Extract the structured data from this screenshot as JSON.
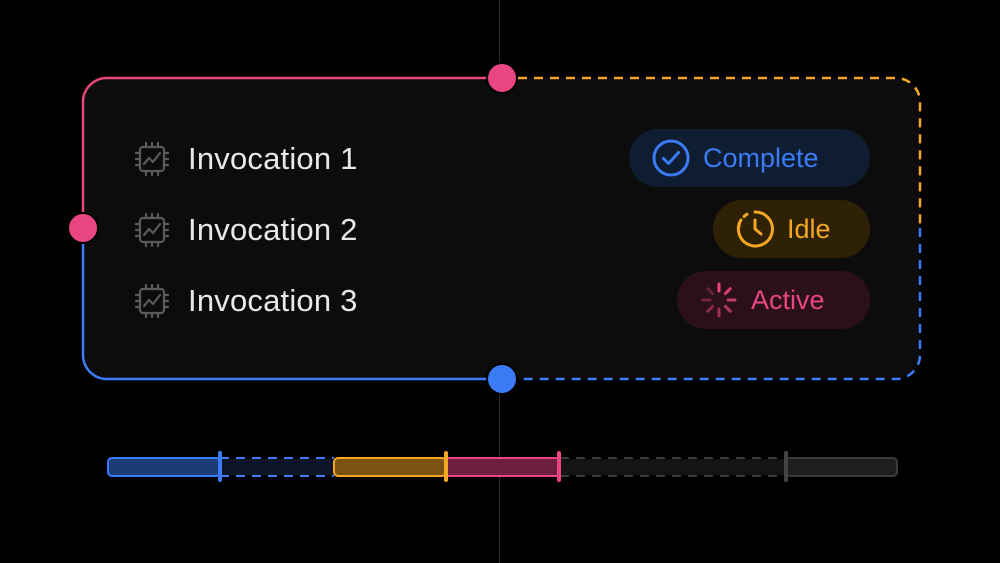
{
  "invocations": [
    {
      "label": "Invocation 1",
      "icon": "chip-icon"
    },
    {
      "label": "Invocation 2",
      "icon": "chip-icon"
    },
    {
      "label": "Invocation 3",
      "icon": "chip-icon"
    }
  ],
  "statuses": [
    {
      "label": "Complete",
      "icon": "check-circle-icon",
      "color": "#3b7bf5",
      "bg": "#0f1d33"
    },
    {
      "label": "Idle",
      "icon": "clock-icon",
      "color": "#f5a623",
      "bg": "#2e2105"
    },
    {
      "label": "Active",
      "icon": "spinner-icon",
      "color": "#e94583",
      "bg": "#2c1019"
    }
  ],
  "colors": {
    "pink": "#e94583",
    "blue": "#3b7bf5",
    "orange": "#f5a623",
    "grey": "#3a3a3a"
  }
}
